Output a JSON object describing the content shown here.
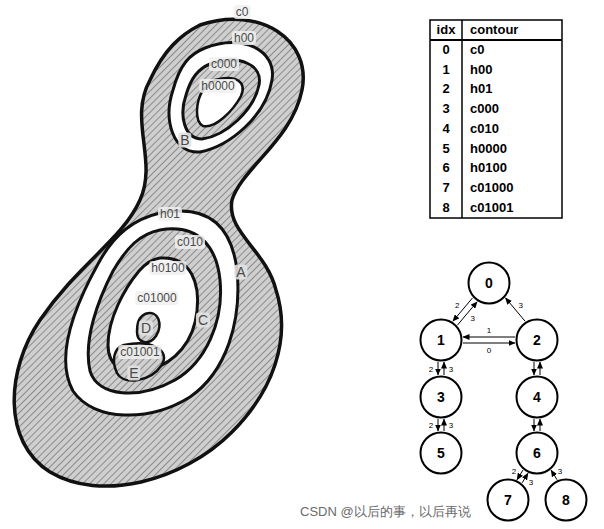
{
  "diagram": {
    "nodes": [
      {
        "text": [
          "0"
        ]
      },
      {
        "text": [
          "1"
        ]
      },
      {
        "text": [
          "2"
        ]
      },
      {
        "text": [
          "3"
        ]
      },
      {
        "text": [
          "4"
        ]
      },
      {
        "text": [
          "5"
        ]
      },
      {
        "text": [
          "6"
        ]
      },
      {
        "text": [
          "7"
        ]
      },
      {
        "text": [
          "8"
        ]
      }
    ],
    "edges": [
      {
        "from": 0,
        "to": 1,
        "label": "2",
        "arrow": "to"
      },
      {
        "from": 1,
        "to": 0,
        "label": "3",
        "arrow": "to"
      },
      {
        "from": 2,
        "to": 0,
        "label": "3",
        "arrow": "to"
      },
      {
        "from": 1,
        "to": 2,
        "label": "0",
        "arrow": "to"
      },
      {
        "from": 2,
        "to": 1,
        "label": "1",
        "arrow": "to"
      },
      {
        "from": 1,
        "to": 3,
        "label": "2",
        "arrow": "to"
      },
      {
        "from": 3,
        "to": 1,
        "label": "3",
        "arrow": "to"
      },
      {
        "from": 3,
        "to": 5,
        "label": "2",
        "arrow": "to"
      },
      {
        "from": 5,
        "to": 3,
        "label": "3",
        "arrow": "to"
      },
      {
        "from": 2,
        "to": 4,
        "arrow": "to"
      },
      {
        "from": 4,
        "to": 2,
        "arrow": "to"
      },
      {
        "from": 4,
        "to": 6,
        "arrow": "to"
      },
      {
        "from": 6,
        "to": 4,
        "arrow": "to"
      },
      {
        "from": 6,
        "to": 7,
        "label": "2",
        "arrow": "to"
      },
      {
        "from": 7,
        "to": 6,
        "label": "3",
        "arrow": "to"
      },
      {
        "from": 8,
        "to": 6,
        "label": "3",
        "arrow": "to"
      }
    ],
    "labels": [
      "c0",
      "h00",
      "c000",
      "h0000",
      "B",
      "h01",
      "c010",
      "h0100",
      "c01000",
      "D",
      "C",
      "c01001",
      "E",
      "A",
      "idx",
      "contour",
      "0",
      "c0",
      "1",
      "h00",
      "2",
      "h01",
      "3",
      "c000",
      "4",
      "c010",
      "5",
      "h0000",
      "6",
      "h0100",
      "7",
      "c01000",
      "8",
      "c01001",
      "CSDN @以后的事，以后再说"
    ]
  }
}
